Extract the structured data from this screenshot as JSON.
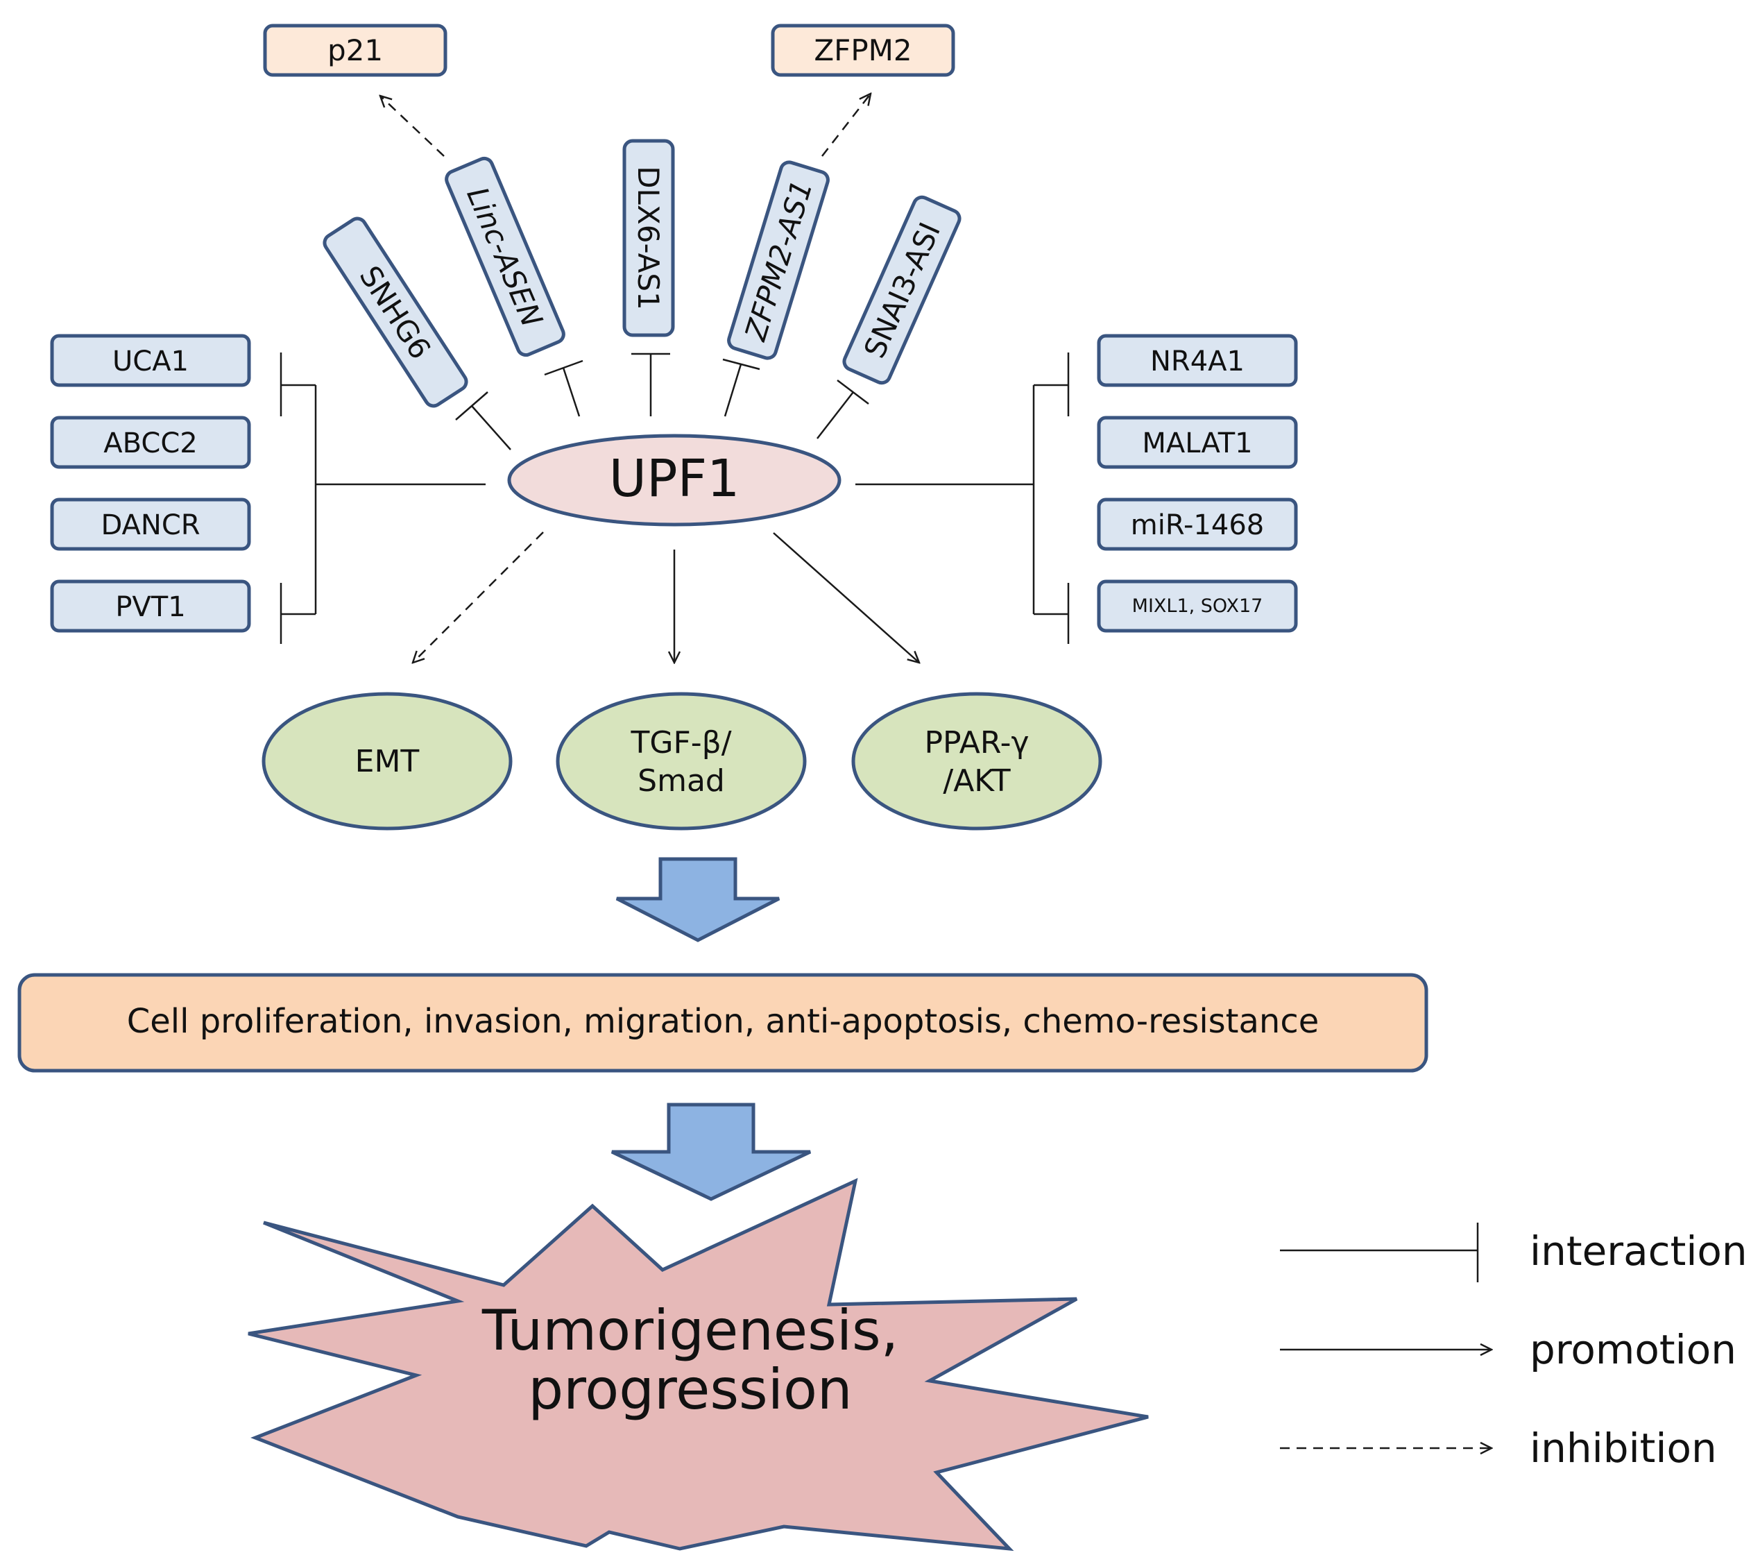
{
  "center": {
    "label": "UPF1"
  },
  "top_targets": [
    {
      "id": "p21",
      "label": "p21"
    },
    {
      "id": "zfpm2",
      "label": "ZFPM2"
    }
  ],
  "radial": [
    {
      "id": "snhg6",
      "label": "SNHG6"
    },
    {
      "id": "linc-asen",
      "label": "Linc-ASEN"
    },
    {
      "id": "dlx6-as1",
      "label": "DLX6-AS1"
    },
    {
      "id": "zfpm2-as1",
      "label": "ZFPM2-AS1"
    },
    {
      "id": "snai3-asi",
      "label": "SNAI3-ASI"
    }
  ],
  "left_group": [
    {
      "id": "uca1",
      "label": "UCA1"
    },
    {
      "id": "abcc2",
      "label": "ABCC2"
    },
    {
      "id": "dancr",
      "label": "DANCR"
    },
    {
      "id": "pvt1",
      "label": "PVT1"
    }
  ],
  "right_group": [
    {
      "id": "nr4a1",
      "label": "NR4A1"
    },
    {
      "id": "malat1",
      "label": "MALAT1"
    },
    {
      "id": "mir-1468",
      "label": "miR-1468"
    },
    {
      "id": "mixl1-sox17",
      "label": "MIXL1, SOX17"
    }
  ],
  "pathways": [
    {
      "id": "emt",
      "lines": [
        "EMT"
      ]
    },
    {
      "id": "tgf",
      "lines": [
        "TGF-β/",
        "Smad"
      ]
    },
    {
      "id": "ppar",
      "lines": [
        "PPAR-γ",
        "/AKT"
      ]
    }
  ],
  "outcome": {
    "label": "Cell proliferation, invasion, migration, anti-apoptosis, chemo-resistance"
  },
  "final": {
    "lines": [
      "Tumorigenesis,",
      "progression"
    ]
  },
  "legend": [
    {
      "id": "interaction",
      "label": "interaction"
    },
    {
      "id": "promotion",
      "label": "promotion"
    },
    {
      "id": "inhibition",
      "label": "inhibition"
    }
  ],
  "colors": {
    "box_blue": "#dbe5f1",
    "box_peach": "#fde9d9",
    "outcome_fill": "#fbd5b5",
    "center_fill": "#f2dcdb",
    "pathway_fill": "#d7e4bd",
    "block_arrow": "#8db3e2",
    "star_fill": "#e6b9b8",
    "border": "#3a5580"
  }
}
